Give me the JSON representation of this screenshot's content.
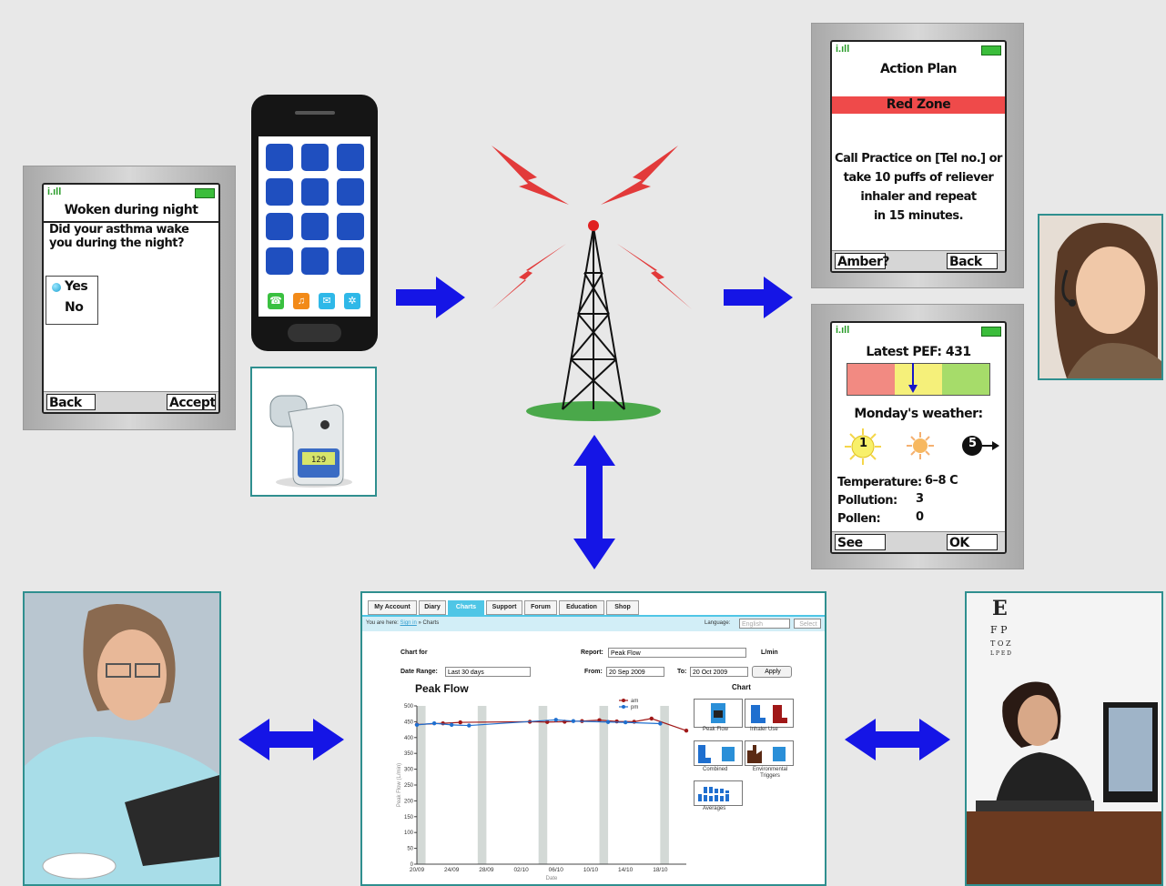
{
  "phone1": {
    "title": "Woken during night",
    "question": "Did your asthma wake you during the night?",
    "options": [
      "Yes",
      "No"
    ],
    "softkeys": [
      "Back",
      "Accept"
    ]
  },
  "phone2": {
    "title": "Action Plan",
    "zone": "Red Zone",
    "message_lines": [
      "Call Practice on [Tel no.] or",
      "take 10 puffs of reliever",
      "inhaler and repeat",
      "in 15 minutes."
    ],
    "softkeys": [
      "Amber?",
      "Back"
    ]
  },
  "phone3": {
    "pef": "Latest PEF: 431",
    "weather_title": "Monday's weather:",
    "uv_left": "1",
    "uv_right": "5",
    "rows": [
      {
        "label": "Temperature:",
        "value": "6–8 C"
      },
      {
        "label": "Pollution:",
        "value": "3"
      },
      {
        "label": "Pollen:",
        "value": "0"
      }
    ],
    "softkeys": [
      "See plan",
      "OK"
    ]
  },
  "meter": {
    "reading": "129"
  },
  "web": {
    "tabs": [
      "My Account",
      "Diary",
      "Charts",
      "Support",
      "Forum",
      "Education",
      "Shop"
    ],
    "breadcrumb_prefix": "You are here:",
    "breadcrumb_link": "Sign in",
    "breadcrumb_rest": "» Charts",
    "language_label": "Language:",
    "language_value": "English",
    "select_button": "Select",
    "chart_for_label": "Chart for",
    "report_label": "Report:",
    "report_value": "Peak Flow",
    "units": "L/min",
    "date_range_label": "Date Range:",
    "date_range_value": "Last 30 days",
    "from_label": "From:",
    "from_value": "20 Sep 2009",
    "to_label": "To:",
    "to_value": "20 Oct 2009",
    "apply_button": "Apply",
    "chart_panel_title": "Chart",
    "chart_options": [
      "Peak Flow",
      "Inhaler Use",
      "Combined",
      "Environmental Triggers",
      "Averages"
    ]
  },
  "chart_data": {
    "type": "line",
    "title": "Peak Flow",
    "xlabel": "Date",
    "ylabel": "Peak Flow (L/min)",
    "ylim": [
      0,
      500
    ],
    "y_ticks": [
      0,
      50,
      100,
      150,
      200,
      250,
      300,
      350,
      400,
      450,
      500
    ],
    "x_tick_labels": [
      "20/09",
      "24/09",
      "28/09",
      "02/10",
      "06/10",
      "10/10",
      "14/10",
      "18/10"
    ],
    "x_range_days": [
      0,
      31
    ],
    "series": [
      {
        "name": "am",
        "color": "#a01818",
        "points": [
          [
            0,
            441
          ],
          [
            3,
            445
          ],
          [
            5,
            448
          ],
          [
            13,
            450
          ],
          [
            15,
            449
          ],
          [
            17,
            450
          ],
          [
            19,
            452
          ],
          [
            21,
            455
          ],
          [
            23,
            451
          ],
          [
            25,
            450
          ],
          [
            27,
            460
          ],
          [
            31,
            422
          ]
        ]
      },
      {
        "name": "pm",
        "color": "#1f6fcf",
        "points": [
          [
            0,
            440
          ],
          [
            2,
            445
          ],
          [
            4,
            440
          ],
          [
            6,
            438
          ],
          [
            16,
            456
          ],
          [
            18,
            452
          ],
          [
            22,
            449
          ],
          [
            24,
            448
          ],
          [
            28,
            444
          ]
        ]
      }
    ],
    "grid": false
  }
}
